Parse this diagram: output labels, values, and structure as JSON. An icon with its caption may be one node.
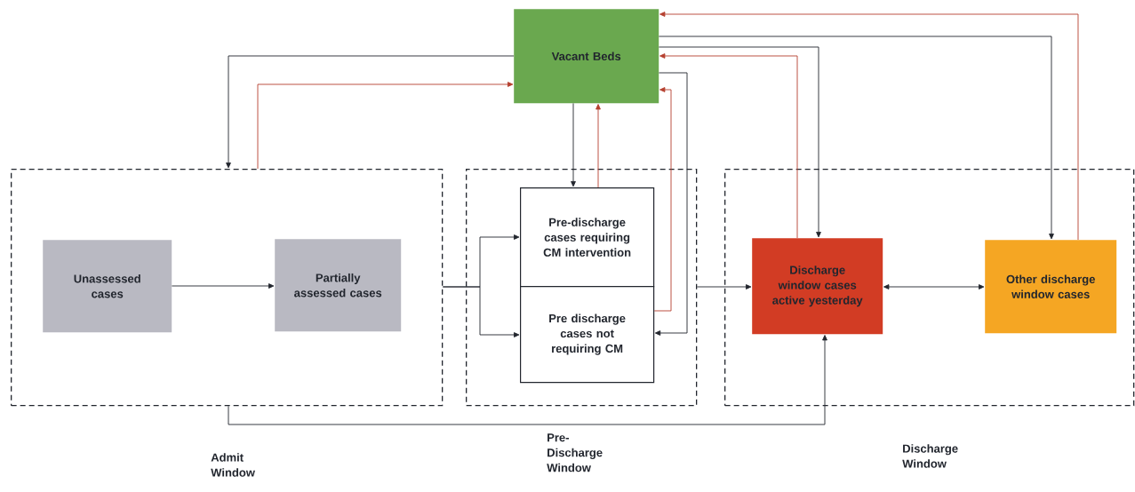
{
  "diagram": {
    "nodes": [
      {
        "text": [
          "Vacant Beds"
        ]
      },
      {
        "text": [],
        "shape": "box"
      },
      {
        "text": [
          "Unassessed cases"
        ],
        "in": 1
      },
      {
        "text": [
          "Partially assessed cases"
        ],
        "in": 1
      },
      {
        "text": [],
        "shape": "box"
      },
      {
        "text": [
          "Pre-discharge cases requiring CM intervention"
        ],
        "in": 4
      },
      {
        "text": [
          "Pre discharge cases not requiring CM"
        ],
        "in": 4
      },
      {
        "text": [],
        "shape": "box"
      },
      {
        "text": [
          "Discharge window cases active yesterday"
        ],
        "in": 7
      },
      {
        "text": [
          "Other discharge window cases"
        ],
        "in": 7
      }
    ],
    "edges": [
      {
        "from": 0,
        "to": 1,
        "arrow": "to"
      },
      {
        "from": 1,
        "to": 0,
        "arrow": "to",
        "color": "#b5402f"
      },
      {
        "from": 2,
        "to": 3,
        "arrow": "to"
      },
      {
        "from": 1,
        "to": 5,
        "arrow": "to"
      },
      {
        "from": 1,
        "to": 6,
        "arrow": "to"
      },
      {
        "from": 0,
        "to": 5,
        "arrow": "to"
      },
      {
        "from": 5,
        "to": 0,
        "arrow": "to",
        "color": "#b5402f"
      },
      {
        "from": 6,
        "to": 0,
        "arrow": "to",
        "color": "#b5402f"
      },
      {
        "from": 0,
        "to": 6,
        "arrow": "to"
      },
      {
        "from": 4,
        "to": 8,
        "arrow": "to"
      },
      {
        "from": 8,
        "to": 0,
        "arrow": "to",
        "color": "#b5402f"
      },
      {
        "from": 0,
        "to": 8,
        "arrow": "to"
      },
      {
        "from": 0,
        "to": 9,
        "arrow": "to"
      },
      {
        "from": 9,
        "to": 0,
        "arrow": "to",
        "color": "#b5402f"
      },
      {
        "from": 8,
        "to": 9,
        "arrow": "both"
      },
      {
        "from": 1,
        "to": 8,
        "arrow": "to"
      }
    ],
    "labels": [
      "Admit Window",
      "Pre- Discharge Window",
      "Discharge Window"
    ]
  }
}
